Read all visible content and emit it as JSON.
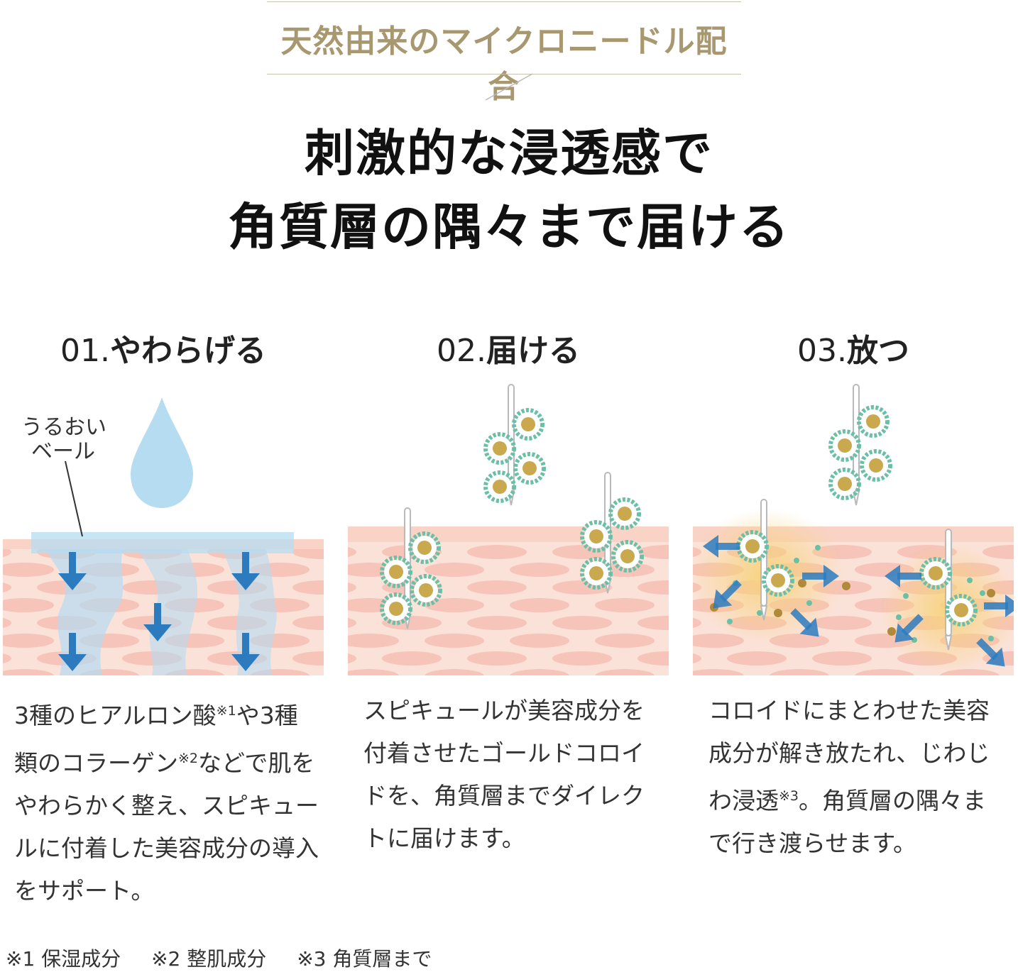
{
  "badge": "天然由来のマイクロニードル配合",
  "headline": {
    "line1": "刺激的な浸透感で",
    "line2": "角質層の隅々まで届ける"
  },
  "steps": [
    {
      "number": "01.",
      "title": "やわらげる",
      "label_line1": "うるおい",
      "label_line2": "ベール",
      "desc_1": "3種のヒアルロン酸",
      "sup_1": "※1",
      "desc_2": "や3種類のコラーゲン",
      "sup_2": "※2",
      "desc_3": "などで肌をやわらかく整え、スピキュールに付着した美容成分の導入をサポート。"
    },
    {
      "number": "02.",
      "title": "届ける",
      "desc": "スピキュールが美容成分を付着させたゴールドコロイドを、角質層までダイレクトに届けます。"
    },
    {
      "number": "03.",
      "title": "放つ",
      "desc_1": "コロイドにまとわせた美容成分が解き放たれ、じわじわ浸透",
      "sup_1": "※3",
      "desc_2": "。角質層の隅々まで行き渡らせます。"
    }
  ],
  "footnotes": [
    "※1 保湿成分",
    "※2 整肌成分",
    "※3 角質層まで"
  ],
  "colors": {
    "gold_text": "#a89870",
    "skin_light": "#fbe2d8",
    "skin_cell": "#f6c4b8",
    "water_blue": "#b6dcf2",
    "arrow_blue": "#2c7bbf",
    "colloid_green": "#6bbfa6",
    "colloid_core": "#c9a84e"
  }
}
